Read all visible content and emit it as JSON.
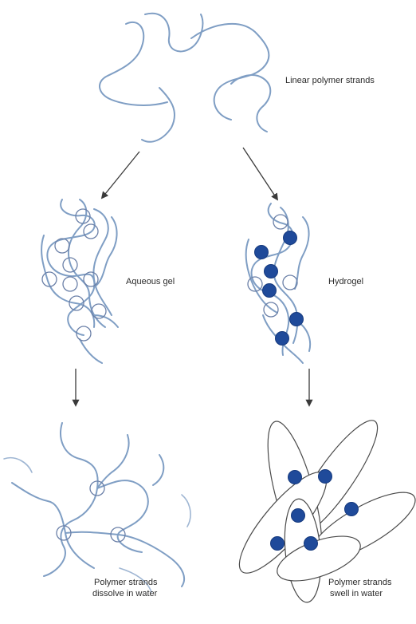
{
  "labels": {
    "linear_strands": "Linear polymer strands",
    "aqueous_gel": "Aqueous gel",
    "hydrogel": "Hydrogel",
    "dissolve_line1": "Polymer strands",
    "dissolve_line2": "dissolve in water",
    "swell_line1": "Polymer strands",
    "swell_line2": "swell in water"
  },
  "colors": {
    "strand": "#7f9ec4",
    "crosslink_filled": "#1f4a9a",
    "crosslink_open": "#6b80a8",
    "ellipse_outline": "#4a4a4a",
    "arrow": "#3a3a3a"
  }
}
